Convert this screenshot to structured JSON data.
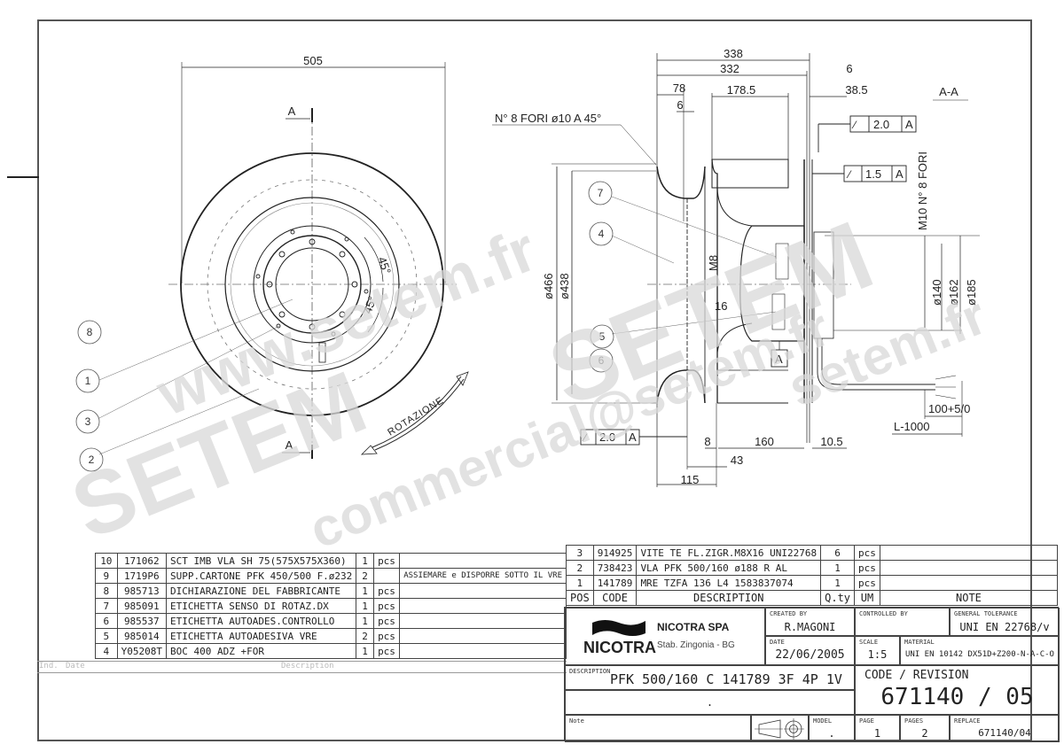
{
  "drawing": {
    "front_view": {
      "outer_diameter_dim": "505",
      "section_marker_top": "A",
      "section_marker_bottom": "A",
      "angle_1": "45°",
      "angle_2": "45°",
      "rotation_label": "ROTAZIONE"
    },
    "section_view": {
      "title": "A-A",
      "dims_top": [
        "338",
        "332",
        "6",
        "78",
        "178.5",
        "38.5",
        "6"
      ],
      "holes_note": "N° 8 FORI ø10 A 45°",
      "side_note": "M10 N° 8 FORI",
      "tolerance_frames": [
        {
          "symbol": "runout",
          "value": "2.0",
          "datum": "A"
        },
        {
          "symbol": "runout",
          "value": "1.5",
          "datum": "A"
        },
        {
          "symbol": "runout",
          "value": "2.0",
          "datum": "A"
        }
      ],
      "diameters_left": [
        "ø466",
        "ø438"
      ],
      "diameters_right": [
        "ø140",
        "ø162",
        "ø185"
      ],
      "thread_label": "M8",
      "dim_16": "16",
      "datum_label": "A",
      "dims_bottom": [
        "8",
        "160",
        "10.5",
        "43",
        "115"
      ],
      "cable_dims": [
        "100+5/0",
        "L-1000"
      ]
    },
    "balloons": [
      "8",
      "1",
      "3",
      "2",
      "7",
      "4",
      "5",
      "6"
    ]
  },
  "watermark": {
    "lines": [
      "www.setem.fr",
      "SETEM",
      "commercial@setem.fr",
      "SETEM",
      "setem.fr"
    ]
  },
  "bom_left": {
    "rows": [
      {
        "pos": "10",
        "code": "171062",
        "description": "SCT IMB VLA SH 75(575X575X360)",
        "qty": "1",
        "um": "pcs",
        "note": ""
      },
      {
        "pos": "9",
        "code": "1719P6",
        "description": "SUPP.CARTONE PFK 450/500 F.ø232",
        "qty": "2",
        "um": "",
        "note": "ASSIEMARE e DISPORRE SOTTO IL VRE"
      },
      {
        "pos": "8",
        "code": "985713",
        "description": "DICHIARAZIONE DEL FABBRICANTE",
        "qty": "1",
        "um": "pcs",
        "note": ""
      },
      {
        "pos": "7",
        "code": "985091",
        "description": "ETICHETTA SENSO DI ROTAZ.DX",
        "qty": "1",
        "um": "pcs",
        "note": ""
      },
      {
        "pos": "6",
        "code": "985537",
        "description": "ETICHETTA AUTOADES.CONTROLLO",
        "qty": "1",
        "um": "pcs",
        "note": ""
      },
      {
        "pos": "5",
        "code": "985014",
        "description": "ETICHETTA AUTOADESIVA VRE",
        "qty": "2",
        "um": "pcs",
        "note": ""
      },
      {
        "pos": "4",
        "code": "Y05208T",
        "description": "BOC 400 ADZ +FOR",
        "qty": "1",
        "um": "pcs",
        "note": ""
      }
    ]
  },
  "revision_history": {
    "ind_label": "Ind.",
    "date_label": "Date",
    "description_label": "Description"
  },
  "bom_right": {
    "rows": [
      {
        "pos": "3",
        "code": "914925",
        "description": "VITE TE FL.ZIGR.M8X16 UNI22768",
        "qty": "6",
        "um": "pcs",
        "note": ""
      },
      {
        "pos": "2",
        "code": "738423",
        "description": "VLA PFK 500/160 ø188 R AL",
        "qty": "1",
        "um": "pcs",
        "note": ""
      },
      {
        "pos": "1",
        "code": "141789",
        "description": "MRE TZFA 136 L4  1583837074",
        "qty": "1",
        "um": "pcs",
        "note": ""
      }
    ],
    "headers": {
      "pos": "POS",
      "code": "CODE",
      "description": "DESCRIPTION",
      "qty": "Q.ty",
      "um": "UM",
      "note": "NOTE"
    }
  },
  "title_block": {
    "logo": "NICOTRA",
    "company": "NICOTRA SPA",
    "plant": "Stab. Zingonia - BG",
    "created_by_label": "CREATED BY",
    "created_by": "R.MAGONI",
    "date_label": "DATE",
    "date": "22/06/2005",
    "controlled_by_label": "CONTROLLED BY",
    "controlled_by": "",
    "general_tolerance_label": "GENERAL TOLERANCE",
    "general_tolerance": "UNI EN 22768/v",
    "scale_label": "SCALE",
    "scale": "1:5",
    "material_label": "MATERIAL",
    "material": "UNI EN 10142 DX51D+Z200-N-A-C-O",
    "description_label": "DESCRIPTION",
    "description": "PFK 500/160 C 141789 3F 4P 1V",
    "description_line2": ".",
    "code_revision_label": "CODE / REVISION",
    "code_revision": "671140 / 05",
    "note_label": "Note",
    "model_label": "MODEL",
    "model": ".",
    "page_label": "PAGE",
    "page": "1",
    "pages_label": "PAGES",
    "pages": "2",
    "replace_label": "REPLACE",
    "replace": "671140/04"
  }
}
